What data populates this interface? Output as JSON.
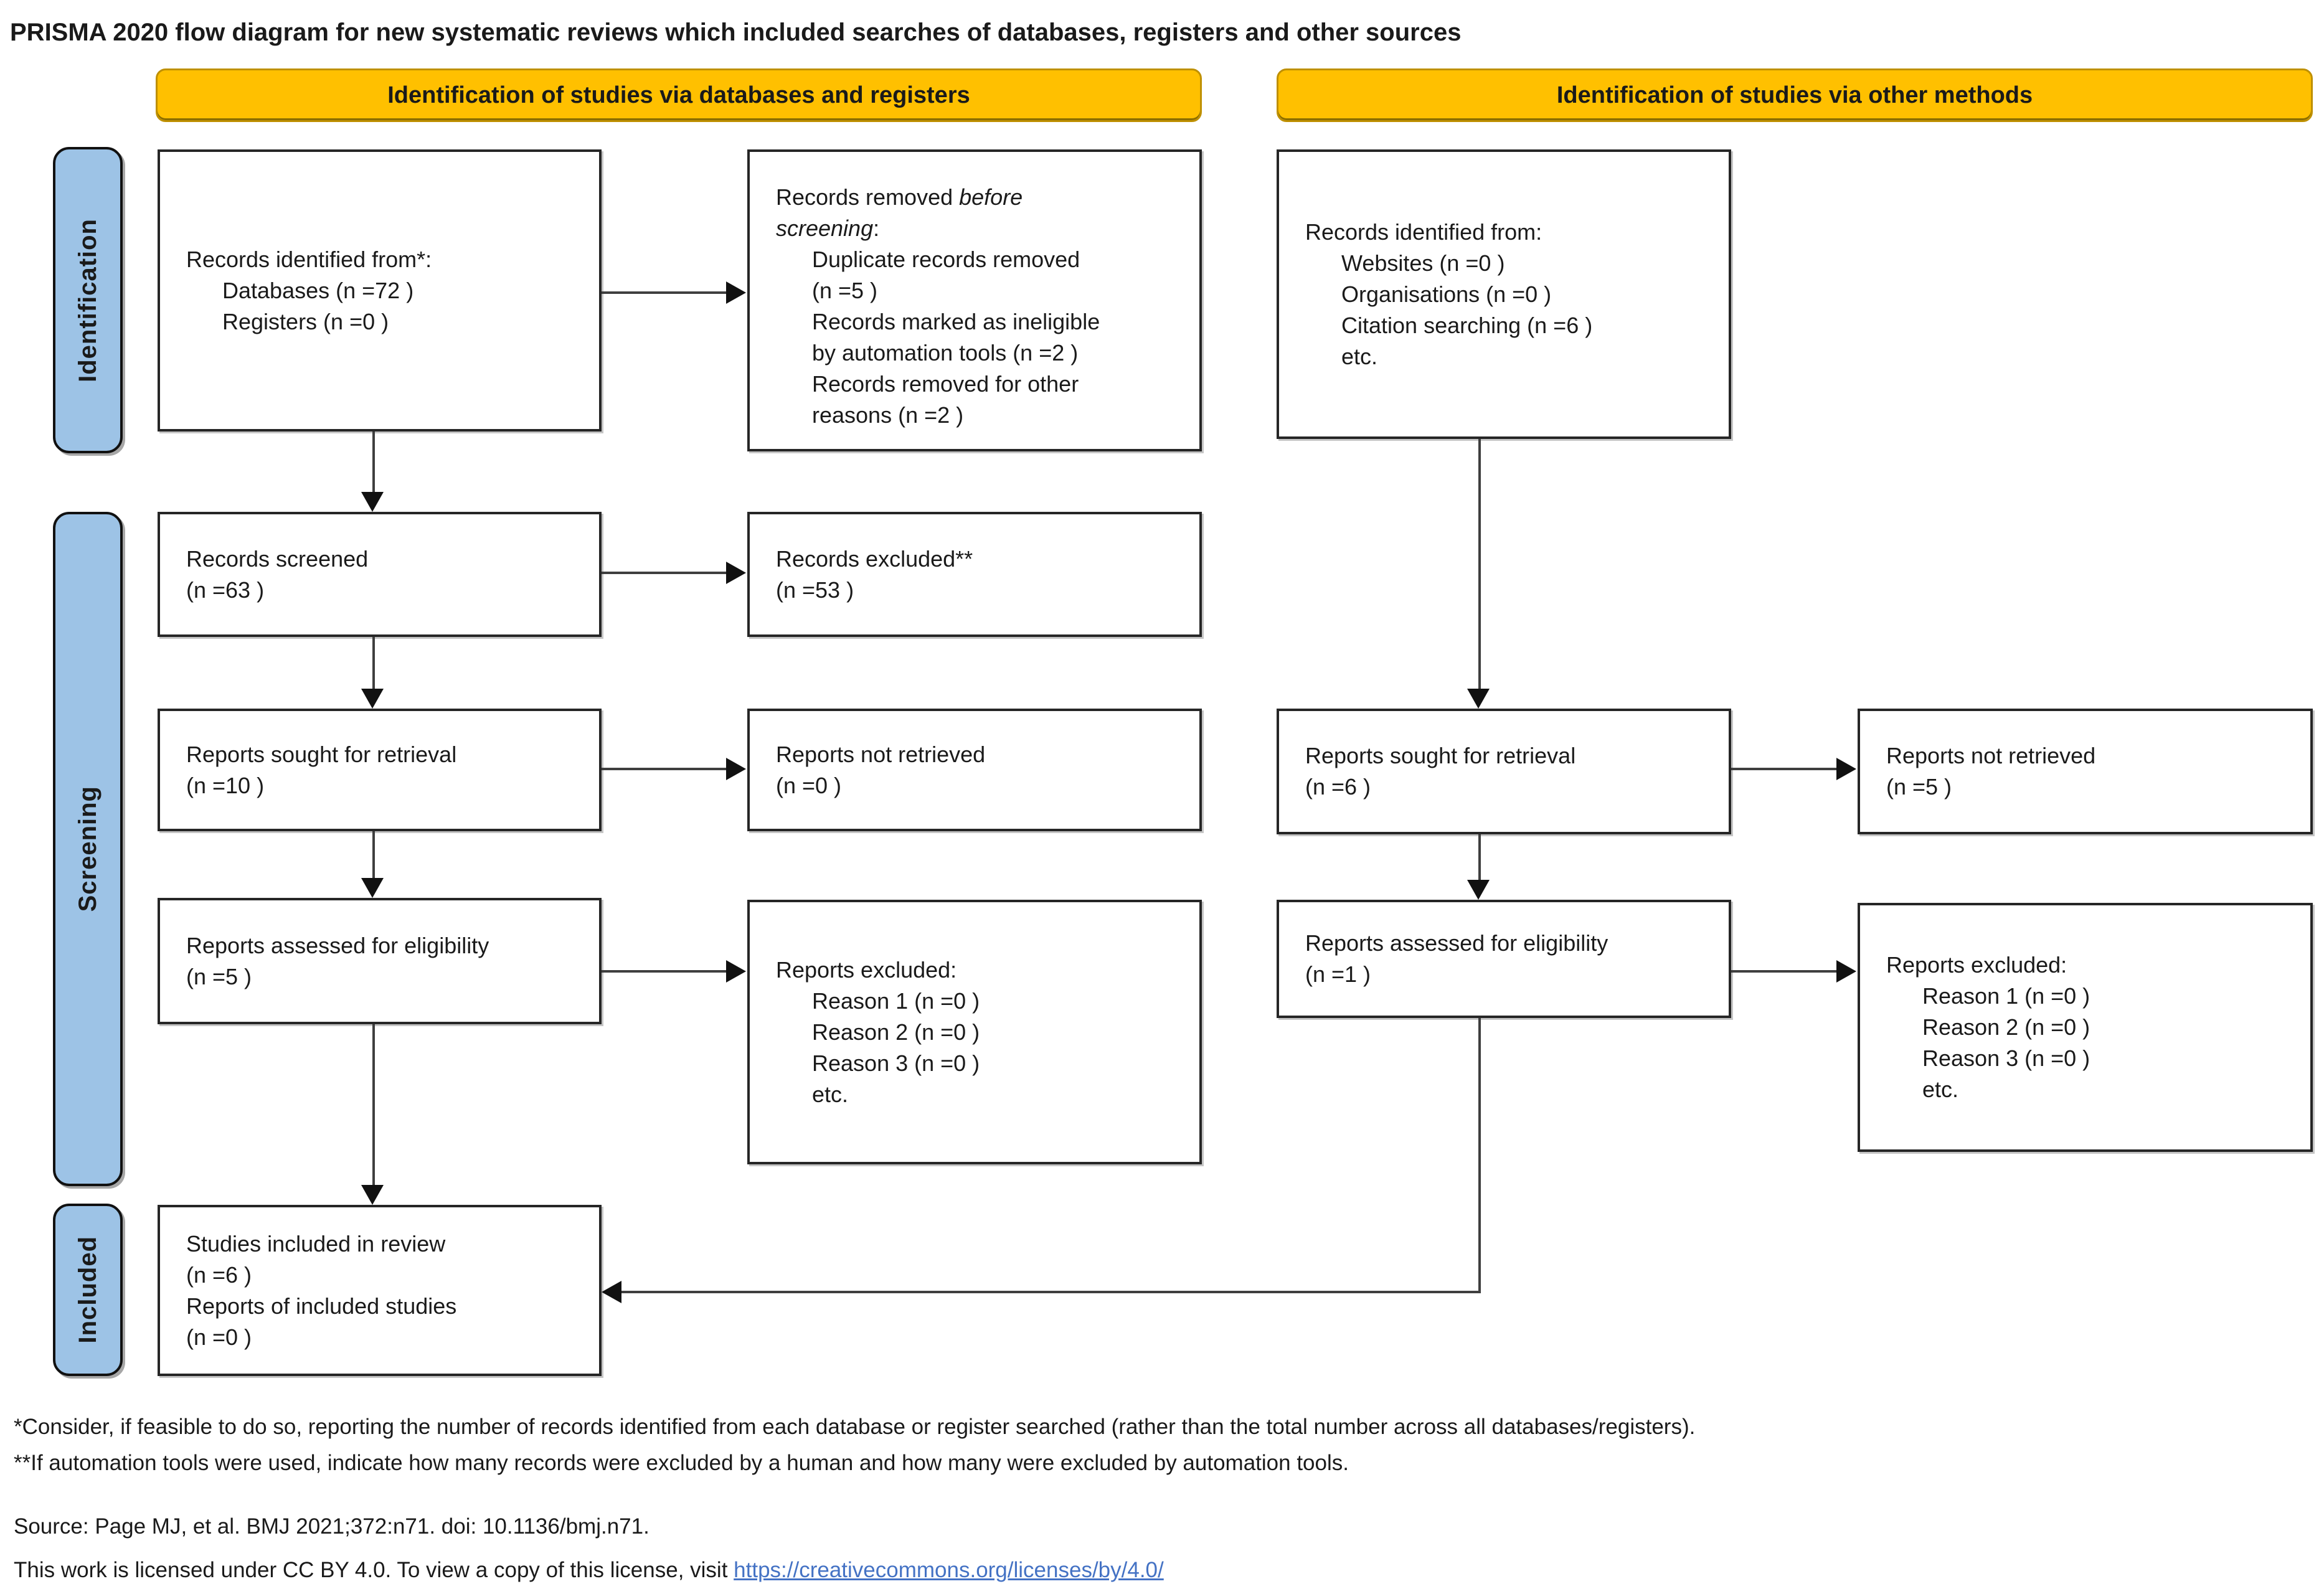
{
  "title": "PRISMA 2020 flow diagram for new systematic reviews which included searches of databases, registers and other sources",
  "colors": {
    "banner": "#FFC000",
    "banner_border": "#BF9000",
    "stage": "#9DC3E6",
    "box_border": "#262626",
    "line": "#3f3f3f",
    "link": "#4472C4"
  },
  "banners": [
    {
      "label": "Identification of studies via databases and registers"
    },
    {
      "label": "Identification of studies via other methods"
    }
  ],
  "stages": [
    {
      "label": "Identification"
    },
    {
      "label": "Screening"
    },
    {
      "label": "Included"
    }
  ],
  "boxes": {
    "records_identified": {
      "lines": [
        "Records identified from*:",
        "Databases (n =72 )",
        "Registers (n =0 )"
      ]
    },
    "records_removed": {
      "head1": "Records removed ",
      "head1_italic": "before",
      "head2_italic": "screening",
      "head2_suffix": ":",
      "lines": [
        "Duplicate records removed",
        "(n =5 )",
        "Records marked as ineligible",
        "by automation tools (n =2 )",
        "Records removed for other",
        "reasons (n =2 )"
      ]
    },
    "other_identified": {
      "lines": [
        "Records identified from:",
        "Websites (n =0 )",
        "Organisations (n =0 )",
        "Citation searching (n =6 )",
        "etc."
      ]
    },
    "records_screened": {
      "lines": [
        "Records screened",
        "(n =63 )"
      ]
    },
    "records_excluded": {
      "lines": [
        "Records excluded**",
        "(n =53 )"
      ]
    },
    "reports_sought": {
      "lines": [
        "Reports sought for retrieval",
        "(n =10 )"
      ]
    },
    "reports_not_retrieved": {
      "lines": [
        "Reports not retrieved",
        "(n =0 )"
      ]
    },
    "reports_sought_other": {
      "lines": [
        "Reports sought for retrieval",
        "(n =6 )"
      ]
    },
    "reports_not_retrieved_other": {
      "lines": [
        "Reports not retrieved",
        "(n =5 )"
      ]
    },
    "reports_assessed": {
      "lines": [
        "Reports assessed for eligibility",
        "(n =5 )"
      ]
    },
    "reports_excluded": {
      "lines": [
        "Reports excluded:",
        "Reason 1 (n =0 )",
        "Reason 2 (n =0 )",
        "Reason 3 (n =0 )",
        "etc."
      ]
    },
    "reports_assessed_other": {
      "lines": [
        "Reports assessed for eligibility",
        "(n =1 )"
      ]
    },
    "reports_excluded_other": {
      "lines": [
        "Reports excluded:",
        "Reason 1 (n =0 )",
        "Reason 2 (n =0 )",
        "Reason 3 (n =0 )",
        "etc."
      ]
    },
    "studies_included": {
      "lines": [
        "Studies included in review",
        "(n =6 )",
        "Reports of included studies",
        "(n =0 )"
      ]
    }
  },
  "footnotes": [
    "*Consider, if feasible to do so, reporting the number of records identified from each database or register searched (rather than the total number across all databases/registers).",
    "**If automation tools were used, indicate how many records were excluded by a human and how many were excluded by automation tools."
  ],
  "source": "Source: Page MJ, et al. BMJ 2021;372:n71. doi: 10.1136/bmj.n71.",
  "license_prefix": "This work is licensed under CC BY 4.0. To view a copy of this license, visit ",
  "license_url": "https://creativecommons.org/licenses/by/4.0/"
}
